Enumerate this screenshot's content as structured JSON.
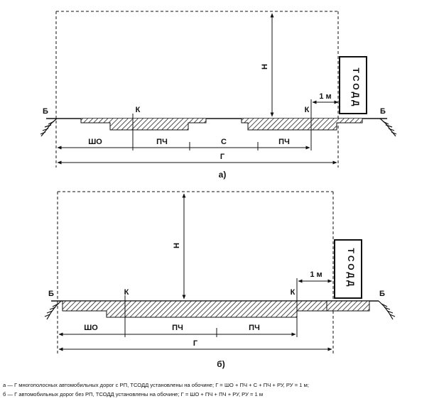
{
  "figure_a": {
    "label": "а)",
    "edge_left": "Б",
    "edge_right": "Б",
    "marker_left": "К",
    "marker_right": "К",
    "height_label": "Н",
    "offset_label": "1 м",
    "sign_label": "ТСОДД",
    "segments": [
      "ШО",
      "ПЧ",
      "С",
      "ПЧ"
    ],
    "total_label": "Г"
  },
  "figure_b": {
    "label": "б)",
    "edge_left": "Б",
    "edge_right": "Б",
    "marker_left": "К",
    "marker_right": "К",
    "height_label": "Н",
    "offset_label": "1 м",
    "sign_label": "ТСОДД",
    "segments": [
      "ШО",
      "ПЧ",
      "ПЧ"
    ],
    "total_label": "Г"
  },
  "caption": {
    "line_a": "а — Г многополосных автомобильных дорог с РП, ТСОДД установлены на обочине; Г = ШО + ПЧ + С + ПЧ + РУ, РУ = 1 м;",
    "line_b": "б — Г автомобильных дорог без РП, ТСОДД установлены на обочине; Г = ШО + ПЧ + ПЧ + РУ, РУ = 1 м"
  }
}
